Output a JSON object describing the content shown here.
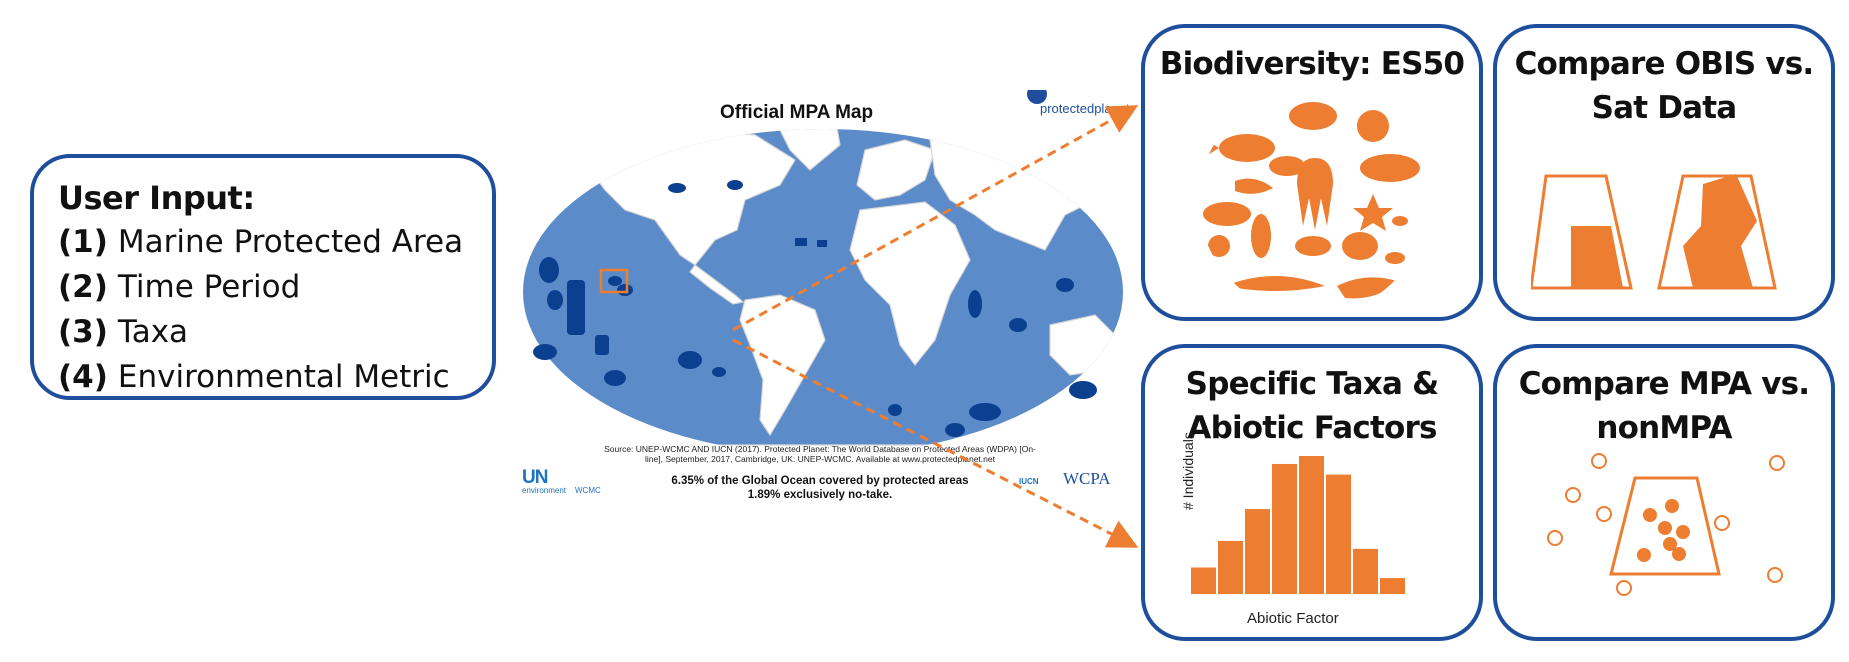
{
  "user_input": {
    "title": "User Input:",
    "items": [
      {
        "num": "(1)",
        "label": "Marine Protected Area"
      },
      {
        "num": "(2)",
        "label": "Time Period"
      },
      {
        "num": "(3)",
        "label": "Taxa"
      },
      {
        "num": "(4)",
        "label": "Environmental Metric"
      }
    ]
  },
  "map": {
    "title": "Official MPA Map",
    "brand": "protectedplanet",
    "source": "Source: UNEP-WCMC AND IUCN (2017). Protected Planet: The World Database on Protected Areas (WDPA) [On-line], September, 2017, Cambridge, UK: UNEP-WCMC. Available at www.protectedplanet.net",
    "coverage_line1": "6.35% of the Global Ocean covered by protected areas",
    "coverage_line2": "1.89% exclusively no-take.",
    "logo_un": "UN",
    "logo_un_sub": "environment",
    "logo_wcmc": "WCMC",
    "logo_iucn": "IUCN",
    "logo_wcpa": "WCPA"
  },
  "panels": {
    "es50": {
      "title": "Biodiversity: ES50"
    },
    "obis": {
      "title_line1": "Compare OBIS vs.",
      "title_line2": "Sat Data"
    },
    "taxa": {
      "title_line1": "Specific Taxa &",
      "title_line2": "Abiotic Factors",
      "ylabel": "# Individuals",
      "xlabel": "Abiotic Factor"
    },
    "mpa": {
      "title_line1": "Compare MPA vs.",
      "title_line2": "nonMPA"
    }
  },
  "colors": {
    "accent": "#ed7d31",
    "border": "#1f4e9c",
    "ocean": "#5b8cc9",
    "mpa": "#0b3f8f"
  },
  "chart_data": {
    "type": "bar",
    "values": [
      1.0,
      2.0,
      3.2,
      4.9,
      5.2,
      4.5,
      1.7,
      0.6
    ],
    "xlabel": "Abiotic Factor",
    "ylabel": "# Individuals"
  }
}
